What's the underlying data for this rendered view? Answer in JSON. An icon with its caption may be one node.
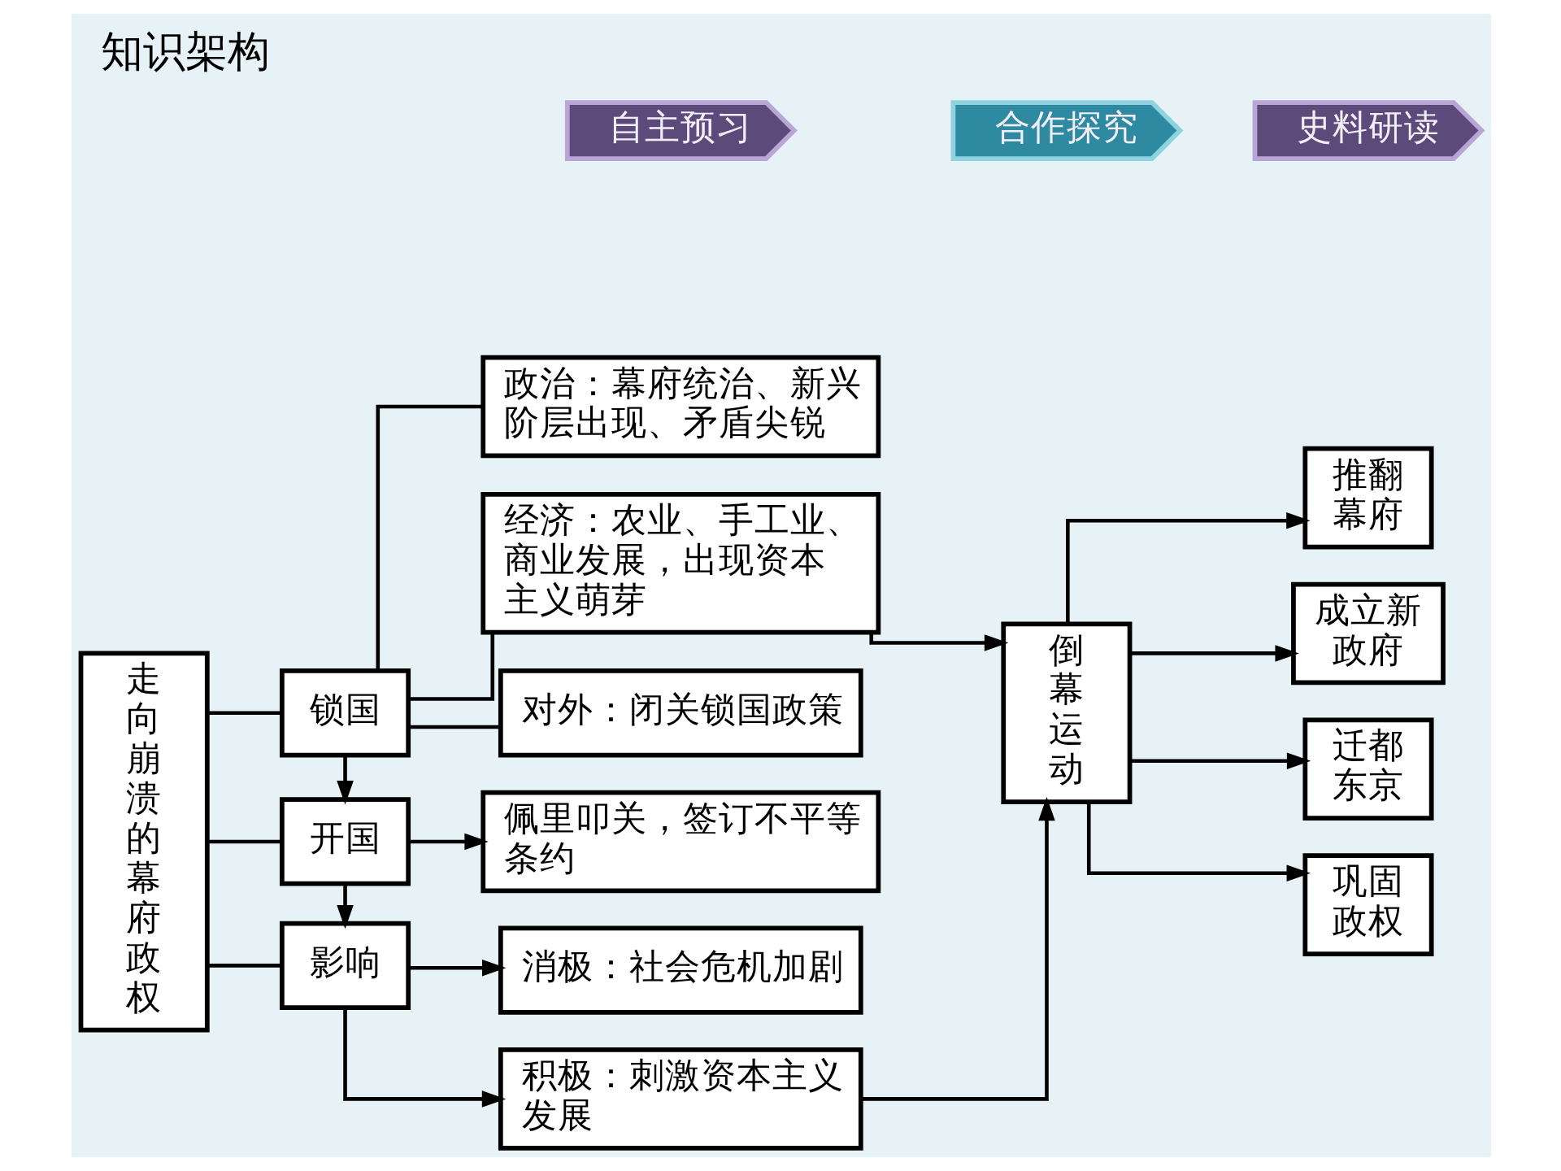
{
  "diagram": {
    "title": "知识架构",
    "nodes": [
      {
        "text": [
          "自主预习"
        ]
      },
      {
        "text": [
          "合作探究"
        ]
      },
      {
        "text": [
          "史料研读"
        ]
      },
      {
        "text": [
          "走向崩溃的幕府政权"
        ]
      },
      {
        "text": [
          "锁国"
        ]
      },
      {
        "text": [
          "开国"
        ]
      },
      {
        "text": [
          "影响"
        ]
      },
      {
        "text": [
          "政治：幕府统治、新兴阶层出现、矛盾尖锐"
        ]
      },
      {
        "text": [
          "经济：农业、手工业、商业发展，出现资本主义萌芽"
        ]
      },
      {
        "text": [
          "对外：闭关锁国政策"
        ]
      },
      {
        "text": [
          "佩里叩关，签订不平等条约"
        ]
      },
      {
        "text": [
          "消极：社会危机加剧"
        ]
      },
      {
        "text": [
          "积极：刺激资本主义发展"
        ]
      },
      {
        "text": [
          "倒幕运动"
        ]
      },
      {
        "text": [
          "推翻幕府"
        ]
      },
      {
        "text": [
          "成立新政府"
        ]
      },
      {
        "text": [
          "迁都东京"
        ]
      },
      {
        "text": [
          "巩固政权"
        ]
      }
    ],
    "edges": [
      {
        "from": 3,
        "to": 4,
        "arrow": "none"
      },
      {
        "from": 3,
        "to": 5,
        "arrow": "none"
      },
      {
        "from": 3,
        "to": 6,
        "arrow": "none"
      },
      {
        "from": 4,
        "to": 7,
        "arrow": "none"
      },
      {
        "from": 4,
        "to": 8,
        "arrow": "none"
      },
      {
        "from": 4,
        "to": 9,
        "arrow": "none"
      },
      {
        "from": 4,
        "to": 5,
        "arrow": "to"
      },
      {
        "from": 5,
        "to": 10,
        "arrow": "to"
      },
      {
        "from": 5,
        "to": 6,
        "arrow": "to"
      },
      {
        "from": 6,
        "to": 11,
        "arrow": "to"
      },
      {
        "from": 6,
        "to": 12,
        "arrow": "to"
      },
      {
        "from": 8,
        "to": 13,
        "arrow": "to"
      },
      {
        "from": 12,
        "to": 13,
        "arrow": "to"
      },
      {
        "from": 13,
        "to": 14,
        "arrow": "to"
      },
      {
        "from": 13,
        "to": 15,
        "arrow": "to"
      },
      {
        "from": 13,
        "to": 16,
        "arrow": "to"
      },
      {
        "from": 13,
        "to": 17,
        "arrow": "to"
      }
    ]
  }
}
